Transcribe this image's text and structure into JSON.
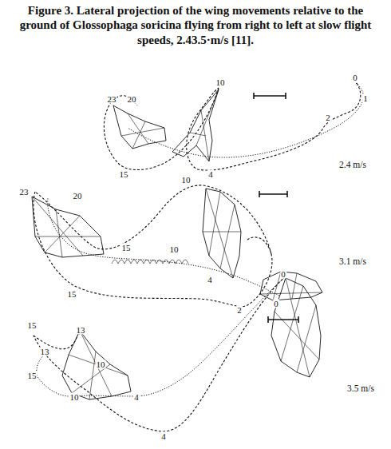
{
  "diagram": {
    "title": "Figure 3. Lateral projection of the wing movements relative to the ground of Glossophaga soricina flying from right to left at slow flight speeds, 2.43.5·m/s [11].",
    "labels": [
      "23",
      "20",
      "10",
      "0",
      "1",
      "2",
      "15",
      "4",
      "2.4 m/s",
      "10",
      "23",
      "20",
      "15",
      "10",
      "4",
      "2",
      "0",
      "15",
      "3.1 m/s",
      "15",
      "13",
      "13",
      "15",
      "10",
      "10",
      "4",
      "4",
      "0",
      "3.5 m/s"
    ]
  }
}
